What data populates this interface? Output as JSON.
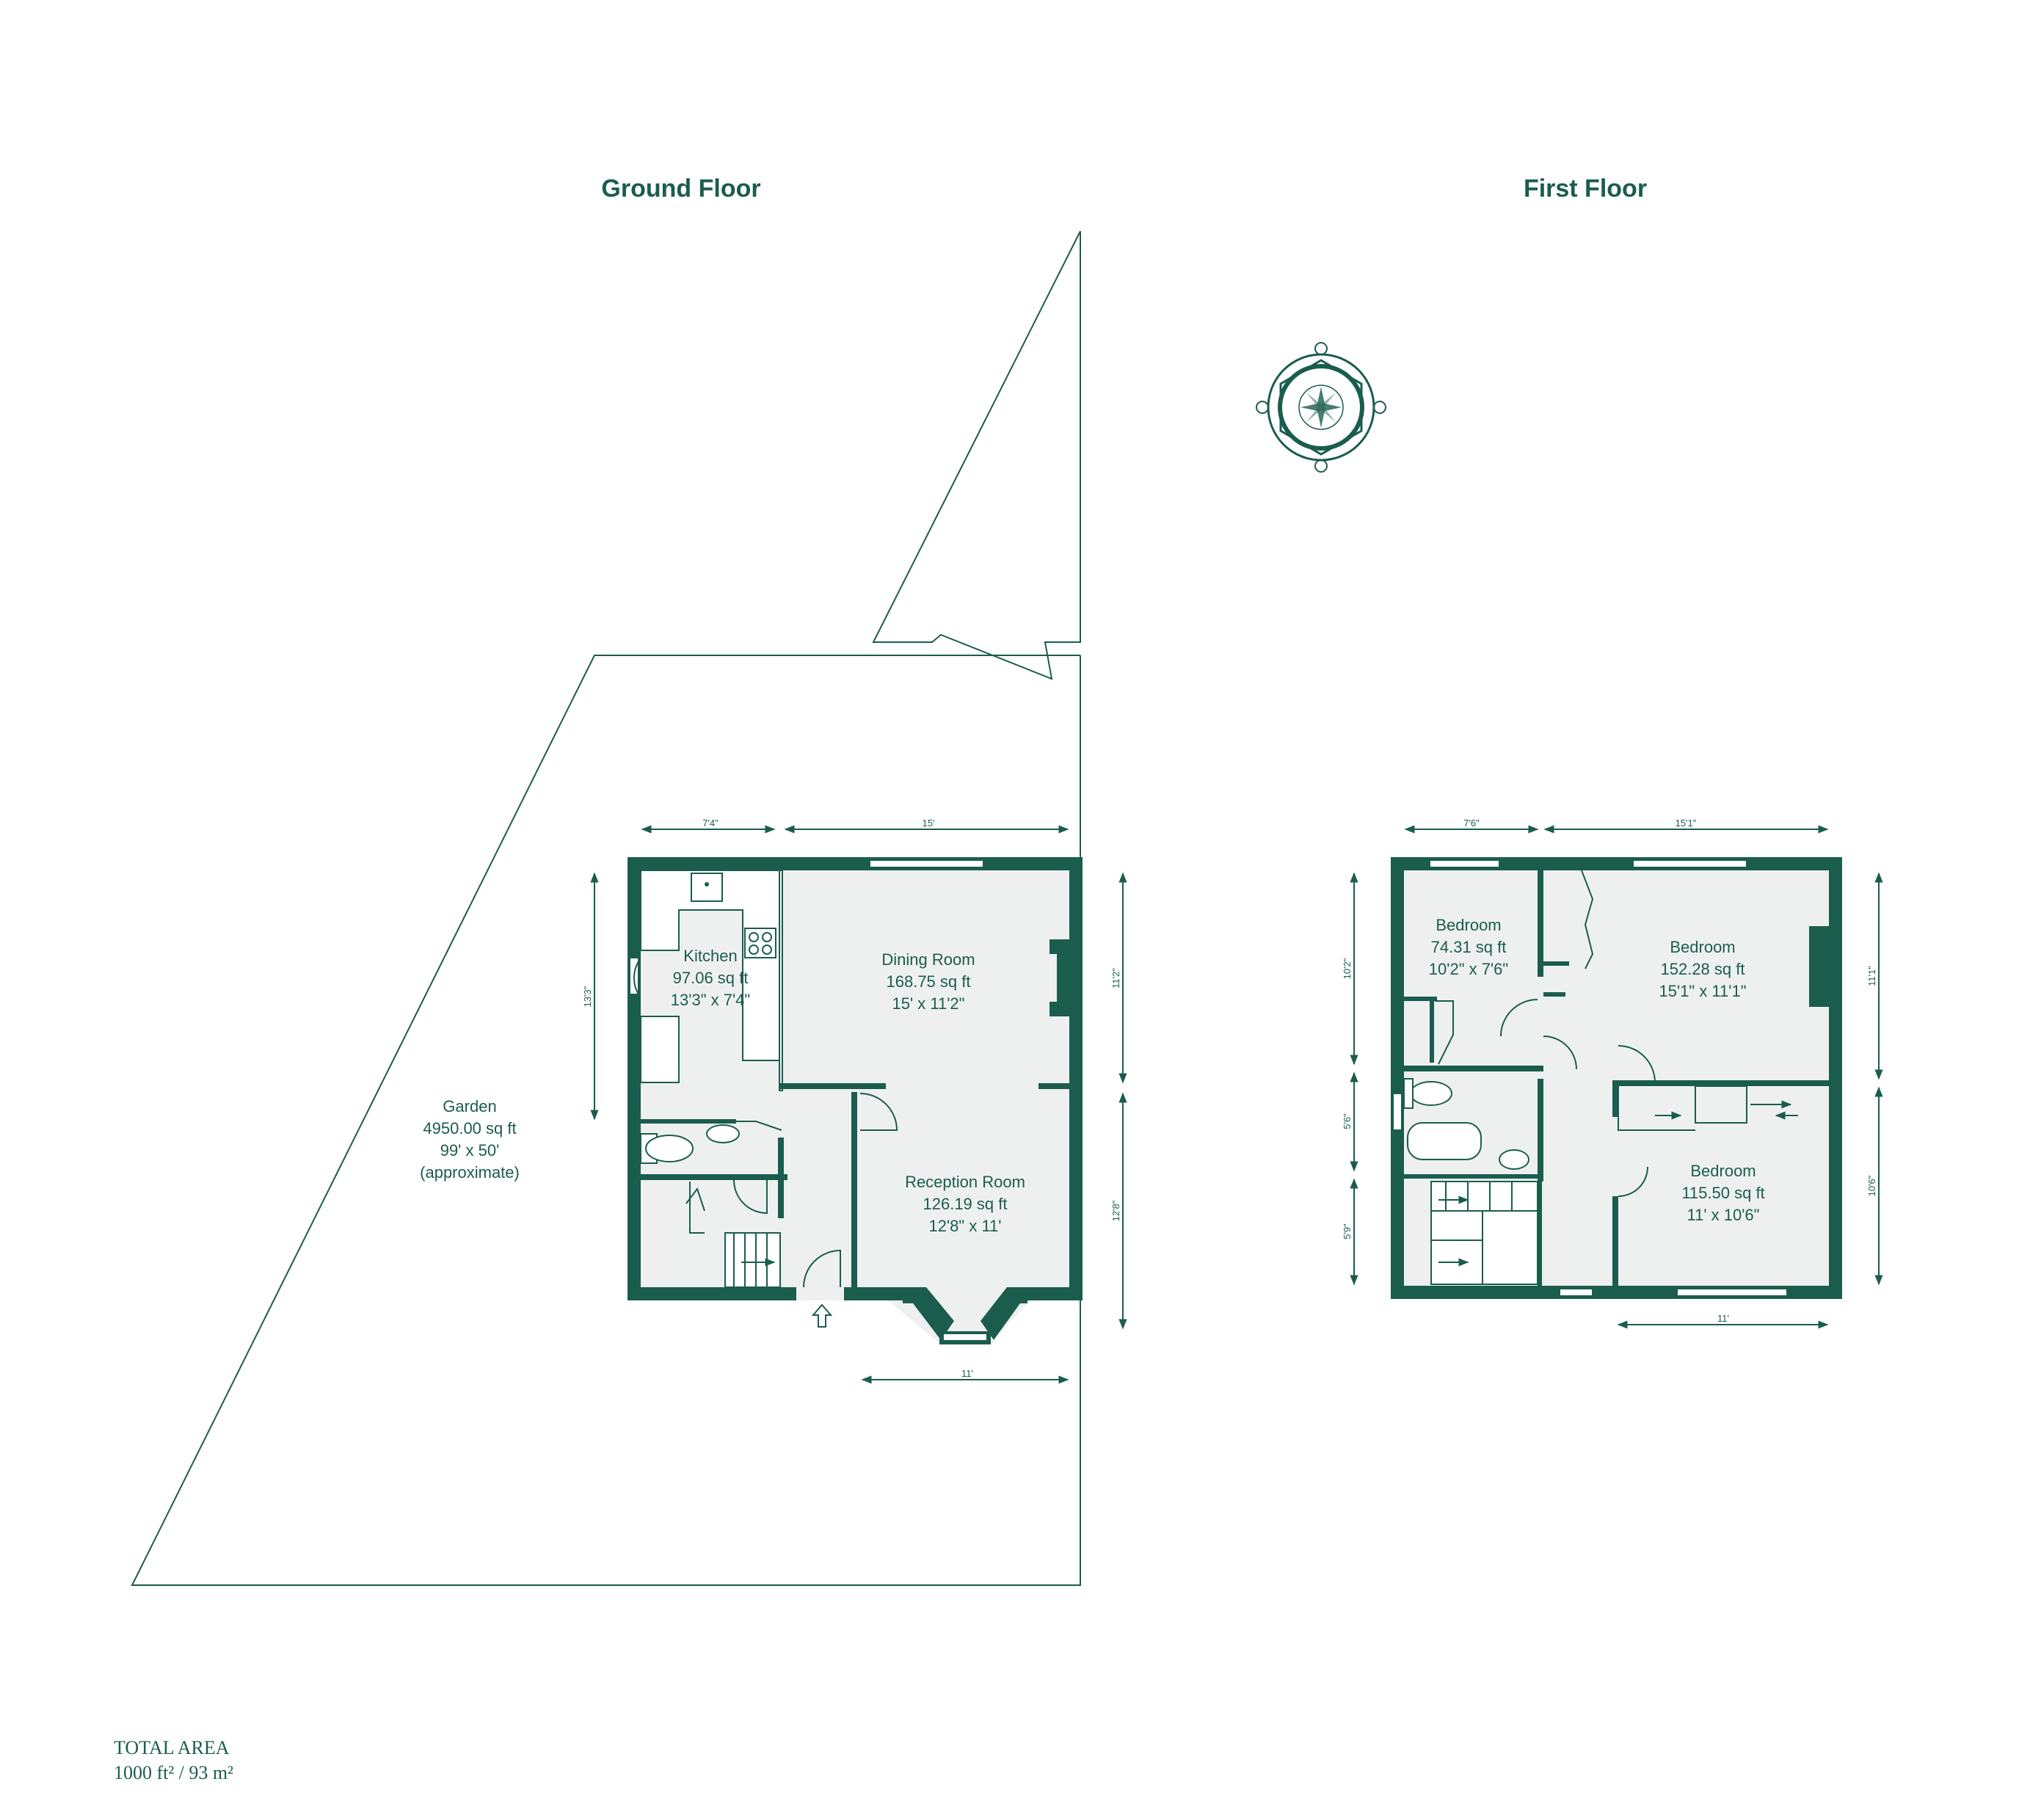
{
  "floors": {
    "ground": {
      "title": "Ground Floor"
    },
    "first": {
      "title": "First Floor"
    }
  },
  "rooms": {
    "kitchen": {
      "name": "Kitchen",
      "area": "97.06 sq ft",
      "dims": "13'3\" x 7'4\""
    },
    "dining": {
      "name": "Dining Room",
      "area": "168.75 sq ft",
      "dims": "15' x 11'2\""
    },
    "reception": {
      "name": "Reception Room",
      "area": "126.19 sq ft",
      "dims": "12'8\" x 11'"
    },
    "garden": {
      "name": "Garden",
      "area": "4950.00 sq ft",
      "dims": "99' x 50'",
      "note": "(approximate)"
    },
    "bedroom_small": {
      "name": "Bedroom",
      "area": "74.31 sq ft",
      "dims": "10'2\" x 7'6\""
    },
    "bedroom_large": {
      "name": "Bedroom",
      "area": "152.28 sq ft",
      "dims": "15'1\" x 11'1\""
    },
    "bedroom_rear": {
      "name": "Bedroom",
      "area": "115.50 sq ft",
      "dims": "11' x 10'6\""
    }
  },
  "dimensions": {
    "gf_top_left": "7'4\"",
    "gf_top_right": "15'",
    "gf_left": "13'3\"",
    "gf_right_upper": "11'2\"",
    "gf_right_lower": "12'8\"",
    "gf_bottom": "11'",
    "ff_top_left": "7'6\"",
    "ff_top_right": "15'1\"",
    "ff_left_upper": "10'2\"",
    "ff_left_mid": "5'6\"",
    "ff_left_lower": "5'9\"",
    "ff_right_upper": "11'1\"",
    "ff_right_lower": "10'6\"",
    "ff_bottom": "11'"
  },
  "total": {
    "label": "TOTAL AREA",
    "value": "1000 ft² / 93 m²"
  },
  "icons": {
    "compass": "compass-rose-icon",
    "entrance": "entrance-arrow-icon"
  },
  "colors": {
    "wall": "#1a5d4d",
    "floor": "#eef0ef"
  }
}
